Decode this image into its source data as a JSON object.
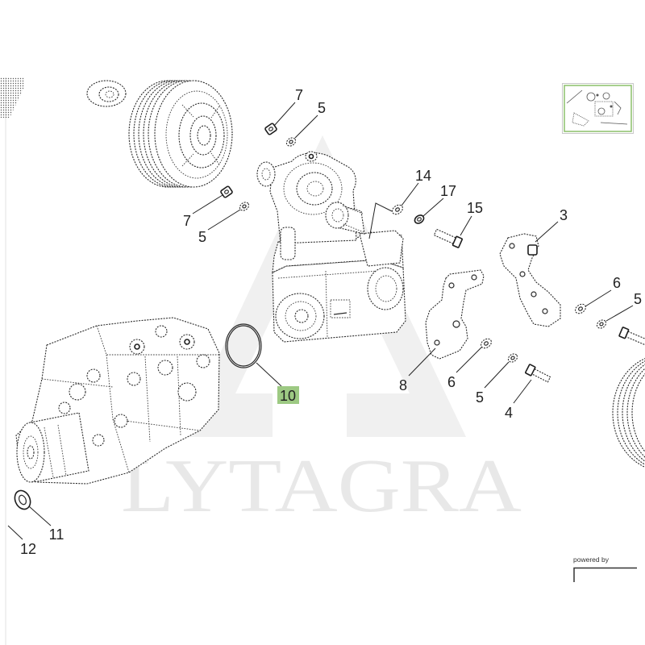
{
  "diagram": {
    "highlight_color": "#9dc983",
    "callouts": [
      {
        "label": "7"
      },
      {
        "label": "5"
      },
      {
        "label": "7"
      },
      {
        "label": "5"
      },
      {
        "label": "14"
      },
      {
        "label": "17"
      },
      {
        "label": "15"
      },
      {
        "label": "3"
      },
      {
        "label": "6"
      },
      {
        "label": "5"
      },
      {
        "label": "8"
      },
      {
        "label": "6"
      },
      {
        "label": "5"
      },
      {
        "label": "4"
      },
      {
        "label": "10",
        "selected": true
      },
      {
        "label": "11"
      },
      {
        "label": "12"
      }
    ]
  },
  "navigator": {
    "border_color": "#8cc06a"
  },
  "watermark": {
    "text": "LYTAGRA"
  },
  "footer": {
    "powered_by": "powered by"
  }
}
